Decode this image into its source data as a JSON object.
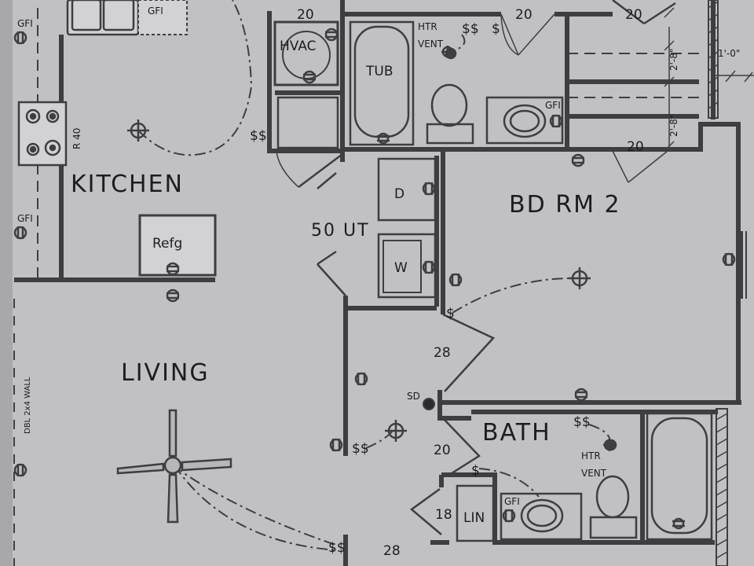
{
  "plan": {
    "rooms": {
      "kitchen": "KITCHEN",
      "living": "LIVING",
      "bedroom_2": "BD RM 2",
      "bath": "BATH"
    },
    "fixtures": {
      "tub": "TUB",
      "hvac": "HVAC",
      "refrigerator": "Refg",
      "dryer": "D",
      "washer": "W",
      "utility": "50 UT",
      "linen": "LIN",
      "range": "R 40"
    },
    "outlet_labels": {
      "gfi": "GFI",
      "htr": "HTR",
      "vent": "VENT",
      "smoke_detector": "SD",
      "switch_double": "$$",
      "switch_single": "$"
    },
    "door_sizes": {
      "hvac_closet": "20",
      "bath_top": "20",
      "closet_top": "20",
      "closet_lower": "20",
      "hall_bedroom": "28",
      "bath_lower": "20",
      "linen": "18",
      "hall_bottom": "28"
    },
    "dimensions": {
      "shelf_upper": "2'-8\"",
      "shelf_lower": "2'-8\"",
      "wall_offset": "1'-0\""
    },
    "wall_note": "DBL 2x4 WALL"
  }
}
